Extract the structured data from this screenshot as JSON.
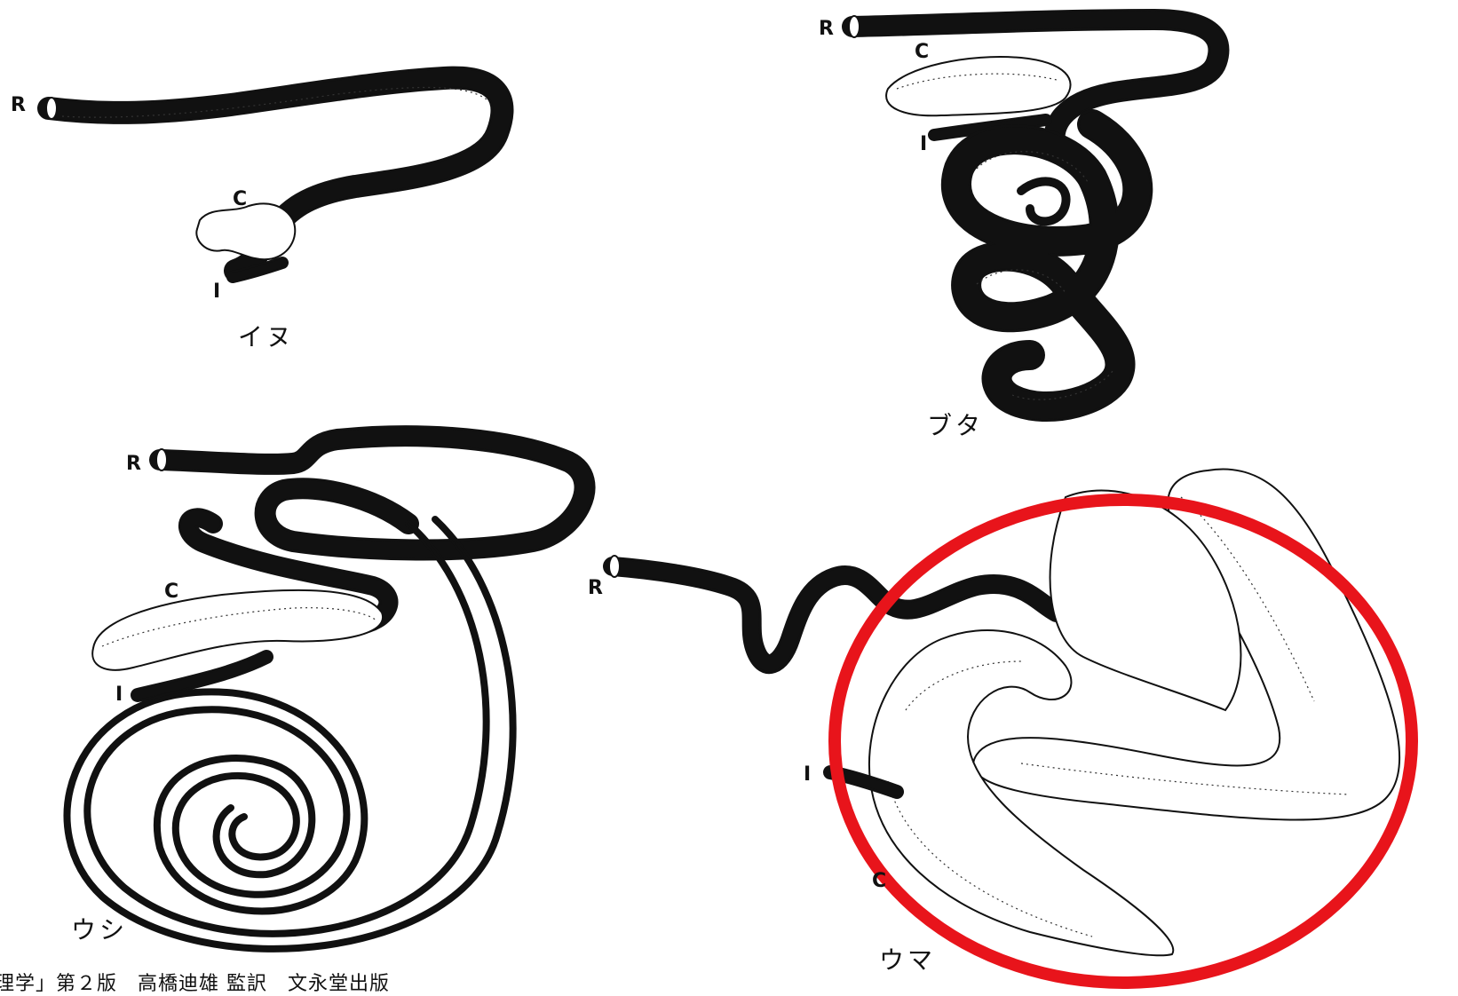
{
  "labels": {
    "rectum": "R",
    "cecum": "C",
    "ileum": "I"
  },
  "animals": {
    "dog": "イヌ",
    "pig": "ブタ",
    "cow": "ウシ",
    "horse": "ウマ"
  },
  "credit": "理学」第２版　高橋迪雄 監訳　文永堂出版",
  "highlight": {
    "color": "#e8141b",
    "shape": "ellipse"
  }
}
